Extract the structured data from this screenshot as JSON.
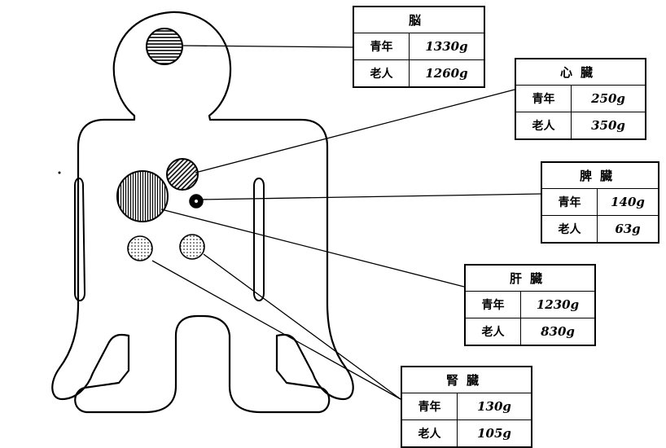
{
  "organs": [
    {
      "id": "brain",
      "name": "脳",
      "young_label": "青年",
      "young_value": "1330g",
      "old_label": "老人",
      "old_value": "1260g"
    },
    {
      "id": "heart",
      "name": "心臓",
      "young_label": "青年",
      "young_value": "250g",
      "old_label": "老人",
      "old_value": "350g"
    },
    {
      "id": "spleen",
      "name": "脾臓",
      "young_label": "青年",
      "young_value": "140g",
      "old_label": "老人",
      "old_value": "63g"
    },
    {
      "id": "liver",
      "name": "肝臓",
      "young_label": "青年",
      "young_value": "1230g",
      "old_label": "老人",
      "old_value": "830g"
    },
    {
      "id": "kidney",
      "name": "腎臓",
      "young_label": "青年",
      "young_value": "130g",
      "old_label": "老人",
      "old_value": "105g"
    }
  ]
}
